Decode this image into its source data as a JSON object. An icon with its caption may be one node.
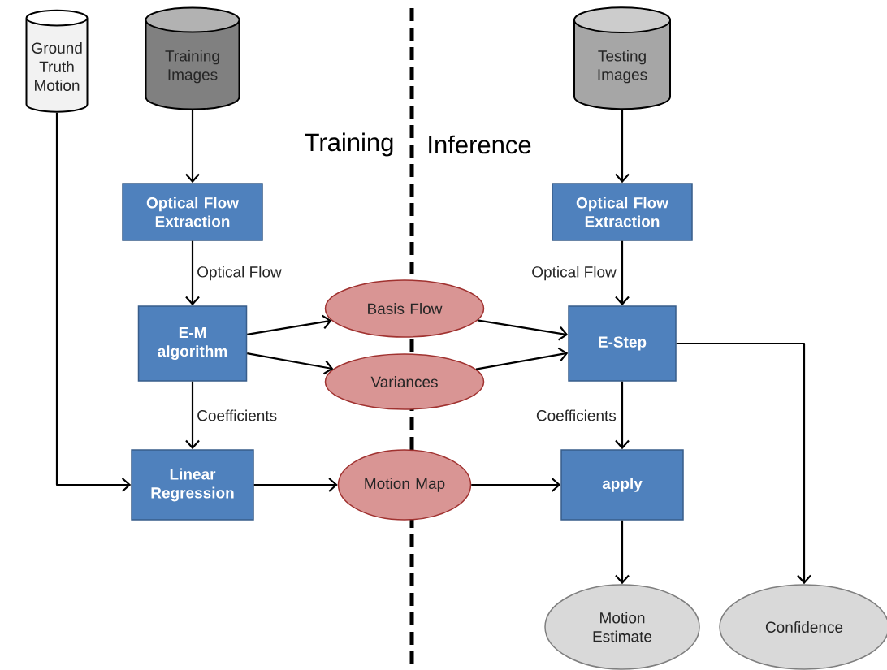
{
  "diagram": {
    "nodes": [
      {
        "text": [
          "Ground Truth Motion"
        ]
      },
      {
        "text": [
          "Training Images"
        ]
      },
      {
        "text": [
          "Testing Images"
        ]
      },
      {
        "text": [
          "Optical Flow Extraction"
        ]
      },
      {
        "text": [
          "E-M algorithm"
        ]
      },
      {
        "text": [
          "Basis Flow"
        ]
      },
      {
        "text": [
          "Variances"
        ]
      },
      {
        "text": [
          "Linear Regression"
        ]
      },
      {
        "text": [
          "Motion Map"
        ]
      },
      {
        "text": [
          "Optical Flow Extraction"
        ]
      },
      {
        "text": [
          "E-Step"
        ]
      },
      {
        "text": [
          "apply"
        ]
      },
      {
        "text": [
          "Motion Estimate"
        ]
      },
      {
        "text": [
          "Confidence"
        ]
      }
    ],
    "edges": [
      {
        "from": 1,
        "to": 3,
        "arrow": "to"
      },
      {
        "from": 3,
        "to": 4,
        "arrow": "to",
        "label": "Optical Flow"
      },
      {
        "from": 4,
        "to": 5,
        "arrow": "to"
      },
      {
        "from": 4,
        "to": 6,
        "arrow": "to"
      },
      {
        "from": 4,
        "to": 7,
        "arrow": "to",
        "label": "Coefficients"
      },
      {
        "from": 0,
        "to": 7,
        "arrow": "to"
      },
      {
        "from": 7,
        "to": 8,
        "arrow": "to"
      },
      {
        "from": 2,
        "to": 9,
        "arrow": "to"
      },
      {
        "from": 9,
        "to": 10,
        "arrow": "to",
        "label": "Optical Flow"
      },
      {
        "from": 5,
        "to": 10,
        "arrow": "to"
      },
      {
        "from": 6,
        "to": 10,
        "arrow": "to"
      },
      {
        "from": 10,
        "to": 11,
        "arrow": "to",
        "label": "Coefficients"
      },
      {
        "from": 8,
        "to": 11,
        "arrow": "to"
      },
      {
        "from": 11,
        "to": 12,
        "arrow": "to"
      },
      {
        "from": 10,
        "to": 13,
        "arrow": "to"
      }
    ],
    "labels": [
      "Training",
      "Inference"
    ]
  }
}
